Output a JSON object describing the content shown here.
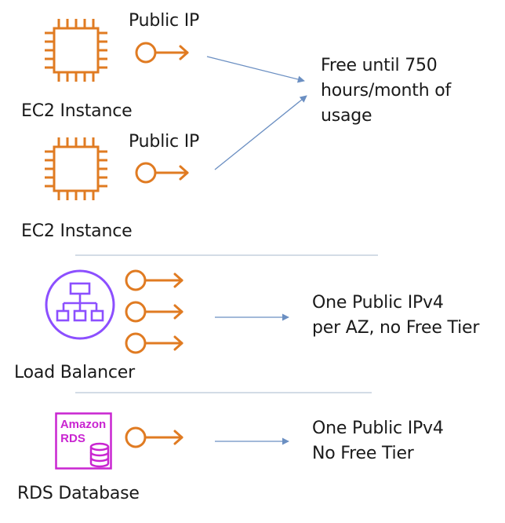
{
  "colors": {
    "orange": "#E07B22",
    "purple": "#8C4FFF",
    "magenta": "#C925D1",
    "arrow_blue": "#6B8FC2",
    "divider": "#B9C6D6",
    "text": "#1a1a1a"
  },
  "sections": {
    "ec2": {
      "instances": [
        {
          "icon": "ec2-chip-icon",
          "label": "EC2 Instance",
          "ip_label": "Public IP"
        },
        {
          "icon": "ec2-chip-icon",
          "label": "EC2 Instance",
          "ip_label": "Public IP"
        }
      ],
      "note_lines": [
        "Free until 750",
        "hours/month of",
        "usage"
      ]
    },
    "load_balancer": {
      "icon": "load-balancer-icon",
      "label": "Load Balancer",
      "note_lines": [
        "One Public IPv4",
        "per AZ, no Free Tier"
      ]
    },
    "rds": {
      "icon": "rds-database-icon",
      "icon_text_lines": [
        "Amazon",
        "RDS"
      ],
      "label": "RDS Database",
      "note_lines": [
        "One Public IPv4",
        "No Free Tier"
      ]
    }
  }
}
